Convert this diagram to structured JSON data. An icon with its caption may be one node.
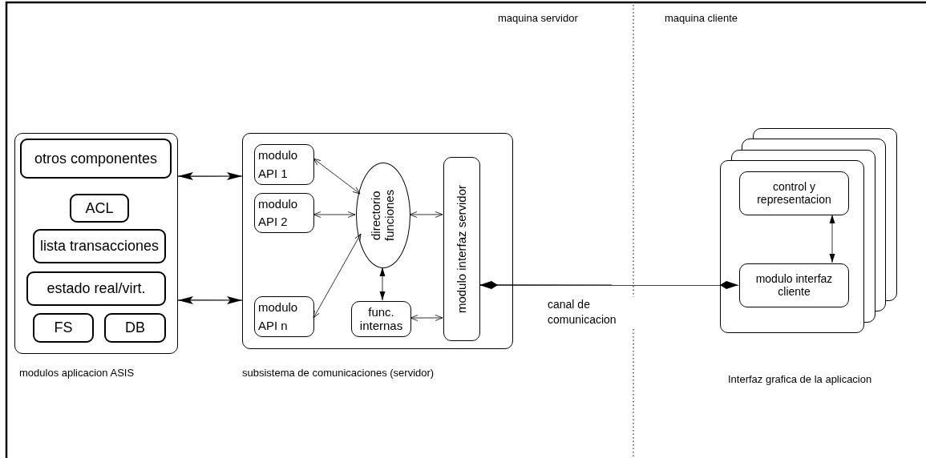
{
  "diagram": {
    "nodes": [
      {
        "text": [],
        "shape": "box"
      },
      {
        "text": [
          "otros componentes"
        ],
        "in": 0
      },
      {
        "text": [
          "ACL"
        ],
        "in": 0
      },
      {
        "text": [
          "lista transacciones"
        ],
        "in": 0
      },
      {
        "text": [
          "estado real/virt."
        ],
        "in": 0
      },
      {
        "text": [
          "FS"
        ],
        "in": 0
      },
      {
        "text": [
          "DB"
        ],
        "in": 0
      },
      {
        "text": [],
        "shape": "box"
      },
      {
        "text": [
          "modulo API 1"
        ],
        "in": 7
      },
      {
        "text": [
          "modulo API 2"
        ],
        "in": 7
      },
      {
        "text": [
          "modulo API n"
        ],
        "in": 7
      },
      {
        "text": [
          "directorio funciones"
        ],
        "in": 7
      },
      {
        "text": [
          "func. internas"
        ],
        "in": 7
      },
      {
        "text": [
          "modulo interfaz servidor"
        ],
        "in": 7
      },
      {
        "text": [],
        "shape": "box"
      },
      {
        "text": [
          "control y representacion"
        ],
        "in": 14
      },
      {
        "text": [
          "modulo interfaz cliente"
        ],
        "in": 14
      }
    ],
    "edges": [
      {
        "from": 0,
        "to": 7,
        "arrow": "both"
      },
      {
        "from": 0,
        "to": 7,
        "arrow": "both"
      },
      {
        "from": 8,
        "to": 11,
        "arrow": "both"
      },
      {
        "from": 9,
        "to": 11,
        "arrow": "both"
      },
      {
        "from": 10,
        "to": 11,
        "arrow": "both"
      },
      {
        "from": 11,
        "to": 13,
        "arrow": "both"
      },
      {
        "from": 11,
        "to": 12,
        "arrow": "both"
      },
      {
        "from": 12,
        "to": 13,
        "arrow": "both"
      },
      {
        "from": 13,
        "to": 16,
        "arrow": "other",
        "label": "canal de comunicacion"
      },
      {
        "from": 15,
        "to": 16,
        "arrow": "both"
      }
    ],
    "labels": [
      "maquina servidor",
      "maquina cliente",
      "modulos aplicacion ASIS",
      "subsistema de comunicaciones (servidor)",
      "Interfaz grafica de la aplicacion"
    ]
  }
}
